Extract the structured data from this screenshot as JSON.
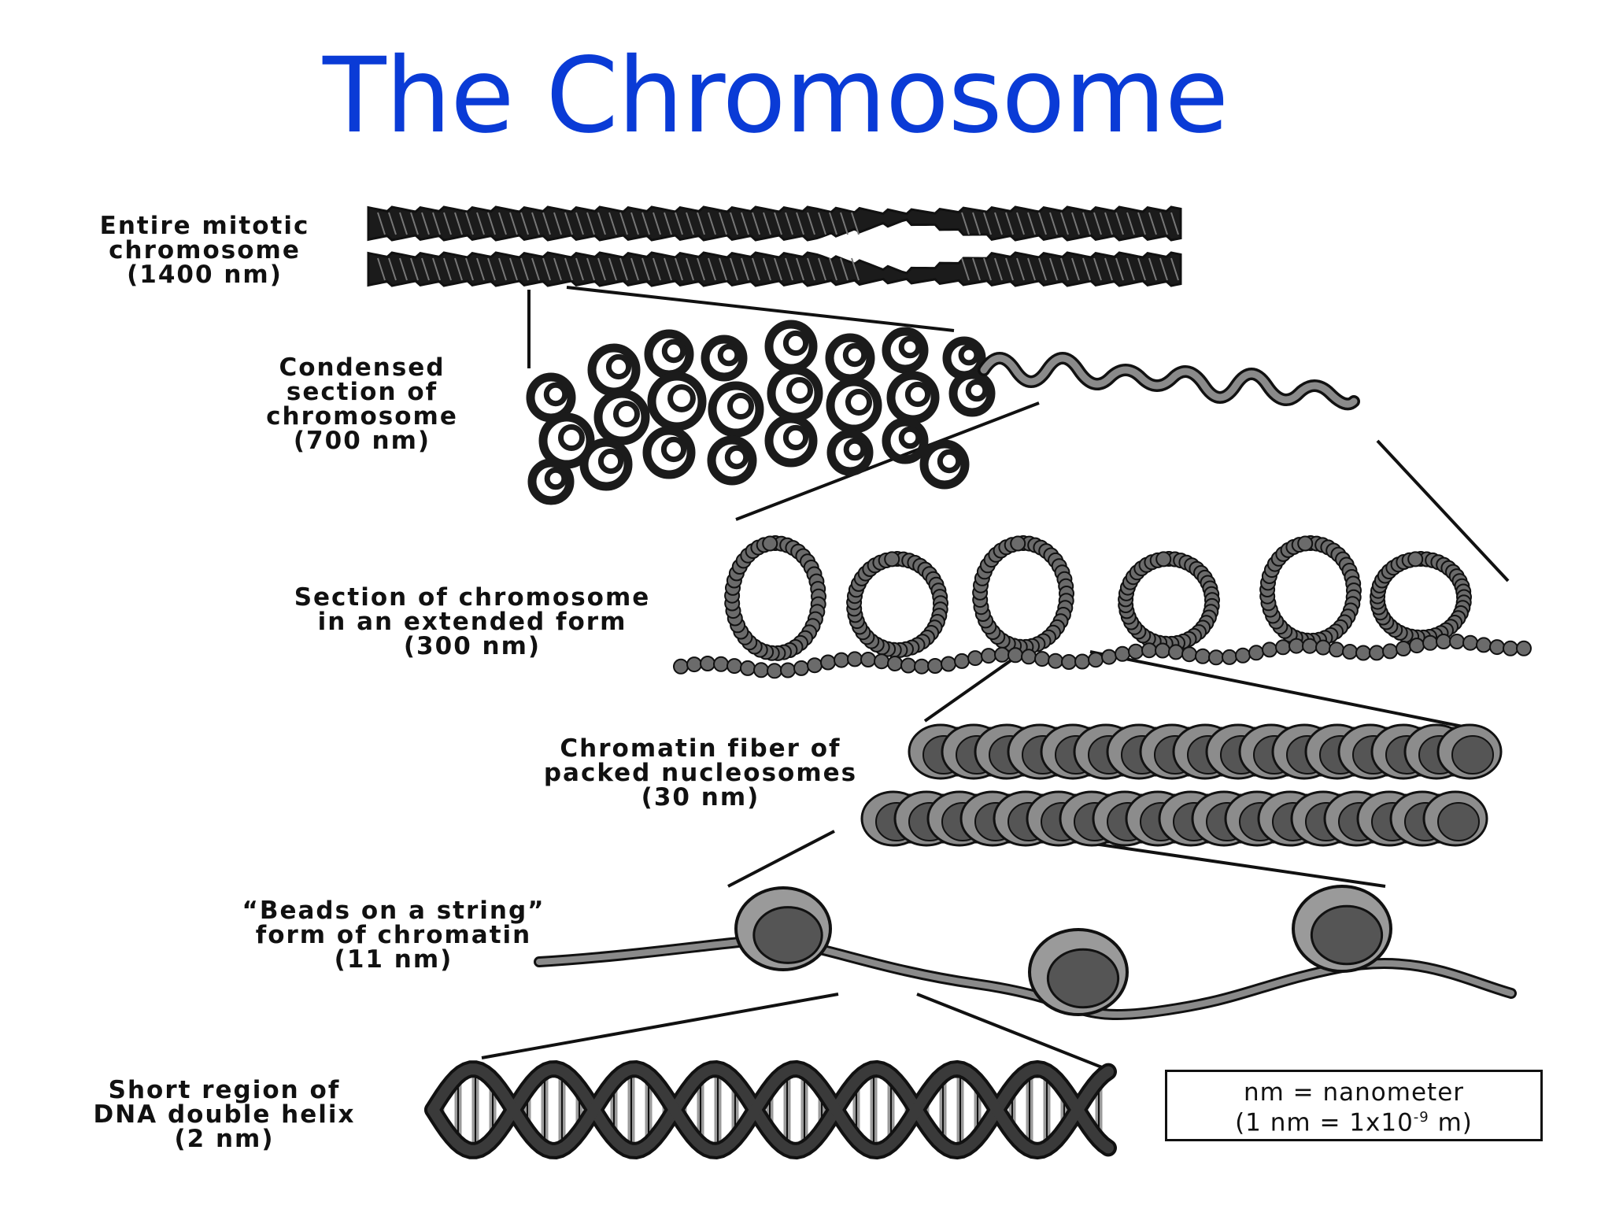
{
  "title": "The Chromosome",
  "levels": [
    {
      "lines": [
        "Entire mitotic",
        "chromosome",
        "(1400 nm)"
      ]
    },
    {
      "lines": [
        "Condensed",
        "section of",
        "chromosome",
        "(700 nm)"
      ]
    },
    {
      "lines": [
        "Section of chromosome",
        "in an extended form",
        "(300 nm)"
      ]
    },
    {
      "lines": [
        "Chromatin fiber of",
        "packed nucleosomes",
        "(30 nm)"
      ]
    },
    {
      "lines": [
        "“Beads on a string”",
        "form of chromatin",
        "(11 nm)"
      ]
    },
    {
      "lines": [
        "Short region of",
        "DNA double helix",
        "(2 nm)"
      ]
    }
  ],
  "legend": {
    "line1": "nm = nanometer",
    "line2_prefix": "(1 nm = 1x10",
    "line2_exp": "-9",
    "line2_suffix": " m)"
  },
  "colors": {
    "title": "#0a3bd6",
    "ink": "#111111",
    "dark_fill": "#1b1b1b",
    "mid_gray": "#555555",
    "light_gray": "#8a8a8a"
  }
}
